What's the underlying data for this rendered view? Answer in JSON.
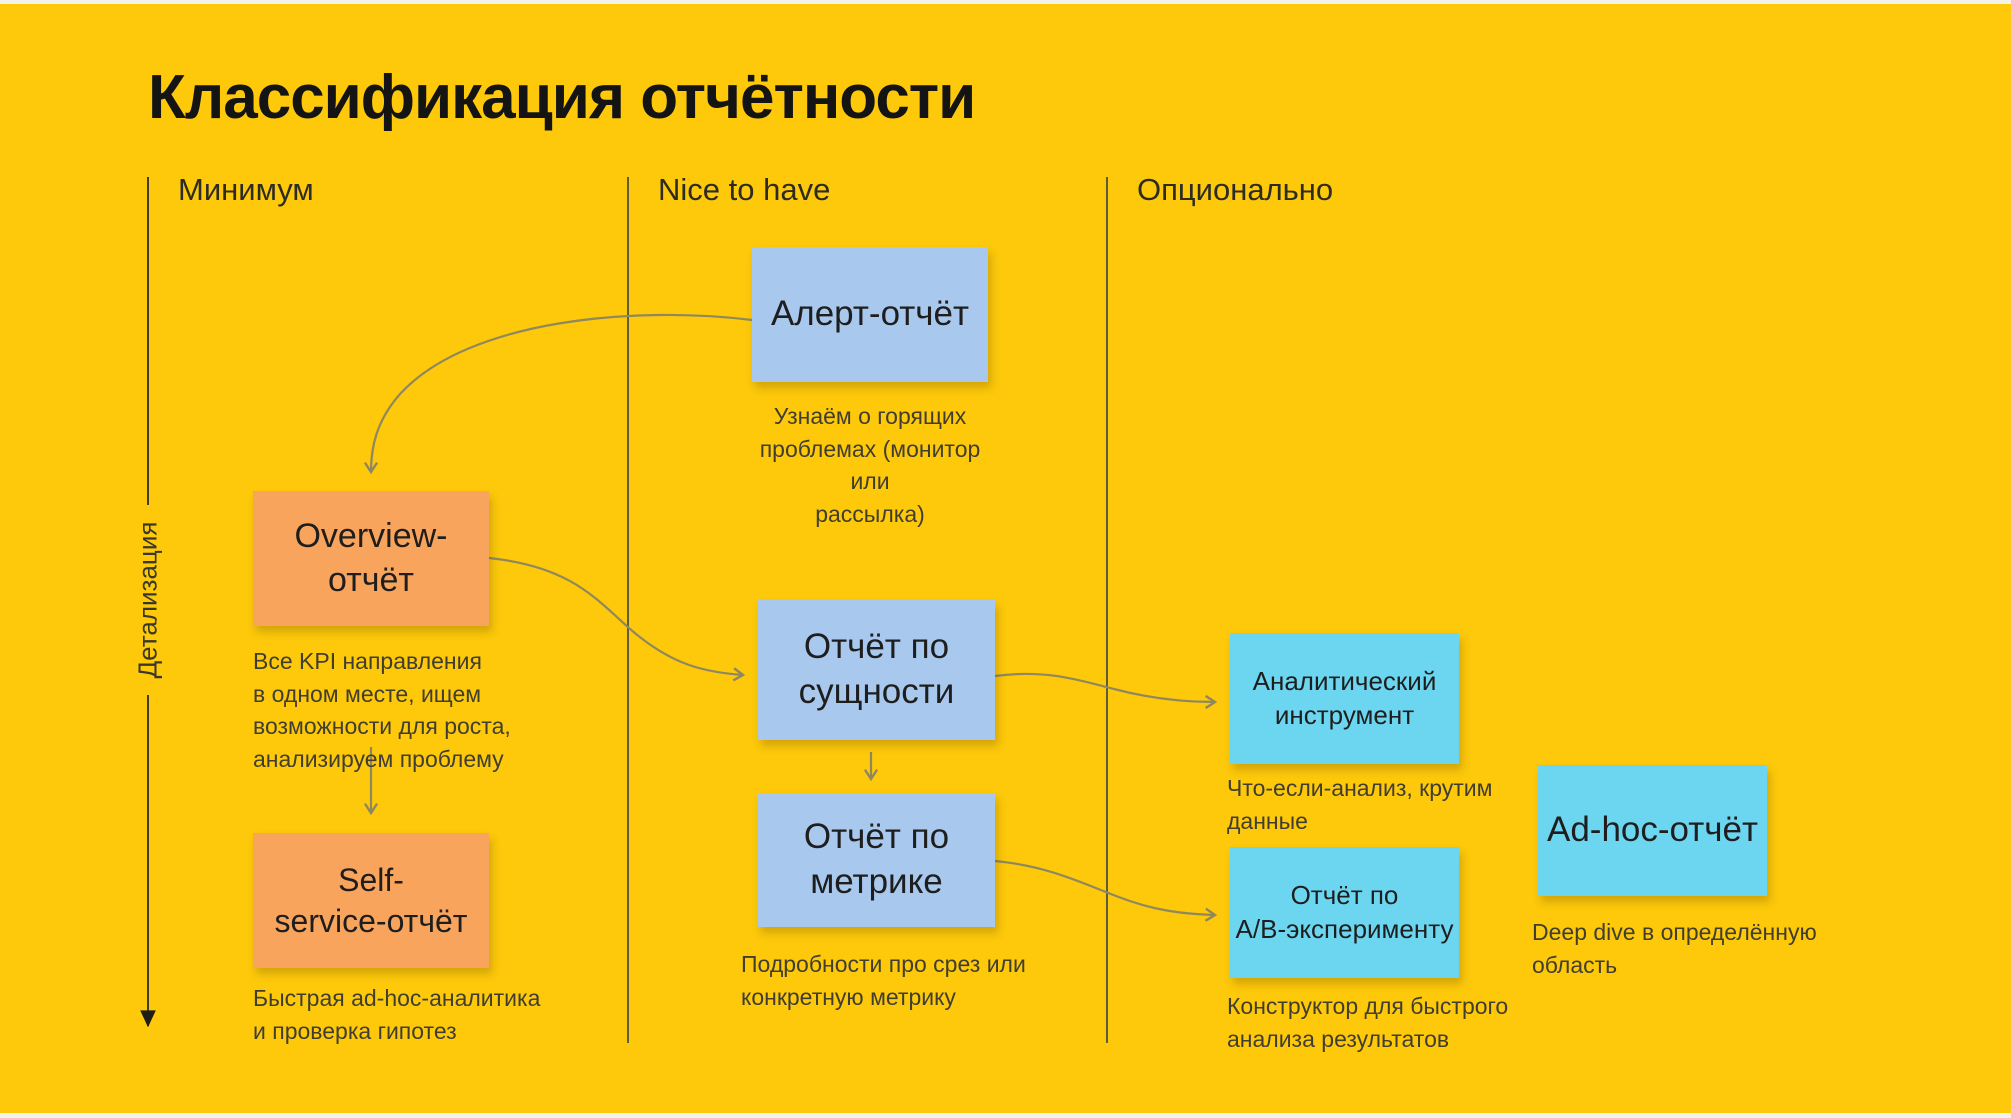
{
  "title": "Классификация отчётности",
  "axis": {
    "label": "Детализация"
  },
  "columns": [
    {
      "label": "Минимум"
    },
    {
      "label": "Nice to have"
    },
    {
      "label": "Опционально"
    }
  ],
  "cards": [
    {
      "id": "alert-report",
      "label": "Алерт-отчёт",
      "caption": "Узнаём о горящих\nпроблемах (монитор или\nрассылка)",
      "color_key": "sticky_blue"
    },
    {
      "id": "overview-report",
      "label": "Overview-\nотчёт",
      "caption": "Все KPI направления\nв одном месте, ищем\nвозможности для роста,\nанализируем проблему",
      "color_key": "sticky_orange"
    },
    {
      "id": "self-service-report",
      "label": "Self-\nservice-отчёт",
      "caption": "Быстрая ad-hoc-аналитика\nи проверка гипотез",
      "color_key": "sticky_orange"
    },
    {
      "id": "entity-report",
      "label": "Отчёт по\nсущности",
      "color_key": "sticky_blue"
    },
    {
      "id": "metric-report",
      "label": "Отчёт по\nметрике",
      "caption": "Подробности про срез или\nконкретную метрику",
      "color_key": "sticky_blue"
    },
    {
      "id": "analytic-tool",
      "label": "Аналитический\nинструмент",
      "caption": "Что-если-анализ, крутим\nданные",
      "color_key": "sticky_cyan"
    },
    {
      "id": "ab-experiment-report",
      "label": "Отчёт по\nA/B-эксперименту",
      "caption": "Конструктор для быстрого\nанализа результатов",
      "color_key": "sticky_cyan"
    },
    {
      "id": "ad-hoc-report",
      "label": "Ad-hoc-отчёт",
      "caption": "Deep dive в определённую\nобласть",
      "color_key": "sticky_cyan"
    }
  ],
  "colors": {
    "background": "#FDC90A",
    "sticky_blue": "#A8C8EE",
    "sticky_orange": "#F8A45C",
    "sticky_cyan": "#6CD6F0",
    "connector": "#8F885E",
    "divider": "#5F5C3C",
    "title_text": "#141414",
    "caption_text": "#413E31"
  }
}
